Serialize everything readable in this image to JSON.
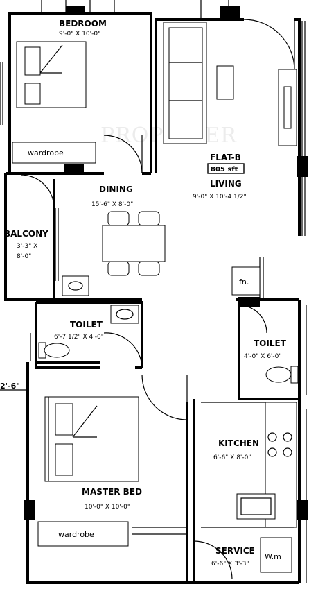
{
  "watermark": "PROPTIGER",
  "flat": {
    "name": "FLAT-B",
    "area": "805 sft"
  },
  "rooms": {
    "bedroom": {
      "name": "BEDROOM",
      "dim": "9'-0\" X 10'-0\""
    },
    "dining": {
      "name": "DINING",
      "dim": "15'-6\" X 8'-0\""
    },
    "living": {
      "name": "LIVING",
      "dim": "9'-0\" X 10'-4 1/2\""
    },
    "balcony": {
      "name": "BALCONY",
      "dim1": "3'-3\" X",
      "dim2": "8'-0\""
    },
    "toilet1": {
      "name": "TOILET",
      "dim": "6'-7 1/2\" X 4'-0\""
    },
    "toilet2": {
      "name": "TOILET",
      "dim": "4'-0\" X 6'-0\""
    },
    "master_bed": {
      "name": "MASTER BED",
      "dim": "10'-0\" X 10'-0\""
    },
    "kitchen": {
      "name": "KITCHEN",
      "dim": "6'-6\" X 8'-0\""
    },
    "service": {
      "name": "SERVICE",
      "dim": "6'-6\" X 3'-3\""
    }
  },
  "fixtures": {
    "wardrobe1": "wardrobe",
    "wardrobe2": "wardrobe",
    "fridge": "fn.",
    "washing_machine": "W.m"
  },
  "edge_dim": "2'-6\""
}
